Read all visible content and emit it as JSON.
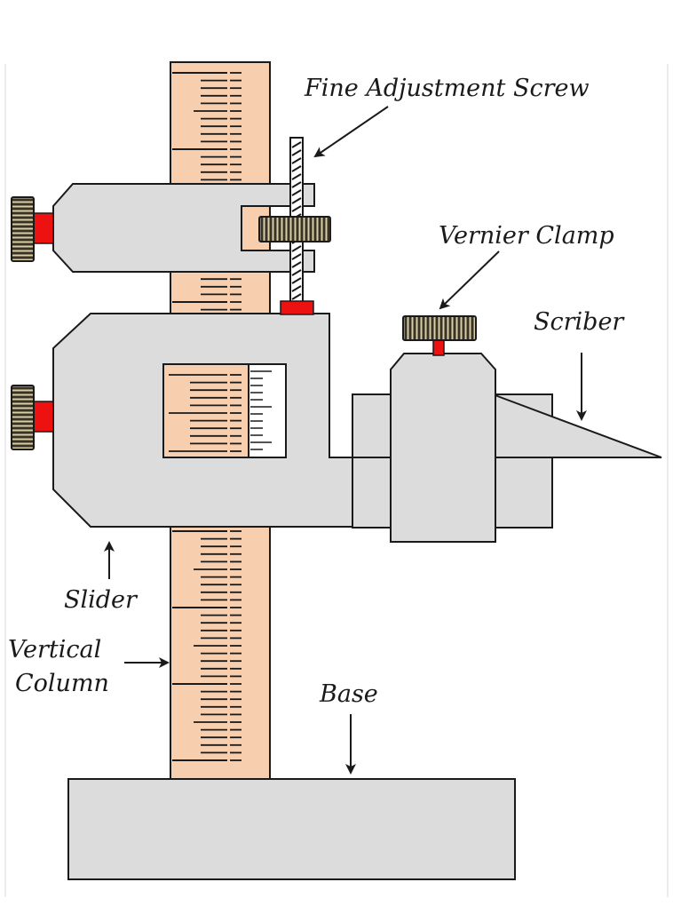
{
  "labels": {
    "fine_adjustment_screw": "Fine Adjustment Screw",
    "vernier_clamp": "Vernier Clamp",
    "scriber": "Scriber",
    "slider": "Slider",
    "vertical_column_line1": "Vertical",
    "vertical_column_line2": "Column",
    "base": "Base"
  },
  "colors": {
    "column_fill": "#f7cfae",
    "part_fill": "#dcdcdc",
    "clamp_red": "#ee1111",
    "knurl_dark": "#3a3325",
    "knurl_light": "#d8cfa8",
    "outline": "#1a1a1a"
  }
}
